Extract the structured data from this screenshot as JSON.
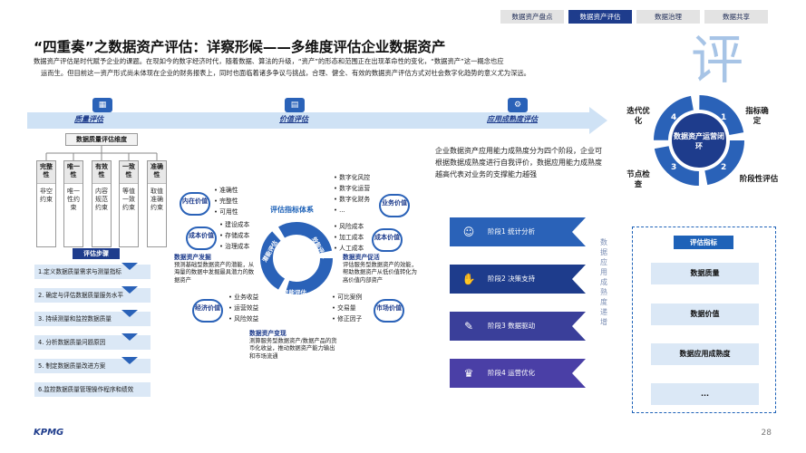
{
  "tabs": [
    {
      "label": "数据资产盘点",
      "active": false
    },
    {
      "label": "数据资产评估",
      "active": true
    },
    {
      "label": "数据治理",
      "active": false
    },
    {
      "label": "数据共享",
      "active": false
    }
  ],
  "title": "“四重奏”之数据资产评估：详察形候——多维度评估企业数据资产",
  "intro": {
    "line1": "数据资产评估是时代赋予企业的课题。在现如今的数字经济时代，随着数据、算法的升级，“资产”的形态和范围正在出现革命性的变化，“数据资产”这一概念也应",
    "line2": "运而生。但目前这一资产形式尚未体现在企业的财务报表上，同时也面临着诸多争议与挑战，合理、健全、有效的数据资产评估方式对社会数字化趋势的意义尤为深远。"
  },
  "big_char": "评",
  "sections": {
    "quality": "质量评估",
    "value": "价值评估",
    "maturity": "应用成熟度评估"
  },
  "quality": {
    "header": "数据质量评估维度",
    "columns": [
      {
        "head": "完整性",
        "body": "非空约束"
      },
      {
        "head": "唯一性",
        "body": "唯一性约束"
      },
      {
        "head": "有效性",
        "body": "内容规范约束"
      },
      {
        "head": "一致性",
        "body": "等值一致约束"
      },
      {
        "head": "准确性",
        "body": "取值准确约束"
      }
    ],
    "steps_label": "评估步骤",
    "steps": [
      "1.定义数据质量需求与测量指标",
      "2. 确定与评估数据质量服务水平",
      "3. 持续测量和监控数据质量",
      "4. 分析数据质量问题原因",
      "5. 制定数据质量改进方案",
      "6.监控数据质量管理操作程序和绩效"
    ]
  },
  "value": {
    "ring_title": "评估指标体系",
    "ring_segments": [
      "潜能评估",
      "效能评估",
      "产能评估"
    ],
    "pills": {
      "intrinsic": "内在价值",
      "cost": "成本价值",
      "economic": "经济价值",
      "business": "业务价值",
      "market_left": "成本价值",
      "market": "市场价值"
    },
    "intrinsic_bullets": [
      "准确性",
      "完整性",
      "可用性"
    ],
    "cost_bullets": [
      "建设成本",
      "存储成本",
      "治理成本"
    ],
    "economic_bullets": [
      "业务收益",
      "运营效益",
      "风险效益"
    ],
    "business_bullets": [
      "数字化风控",
      "数字化运营",
      "数字化财务",
      "..."
    ],
    "cost2_bullets": [
      "风险成本",
      "加工成本",
      "人工成本"
    ],
    "market_bullets": [
      "可比案例",
      "交易量",
      "修正因子"
    ],
    "discover": {
      "title": "数据资产发掘",
      "text": "预测基础型数据资产的潜能，从海量的数据中发掘最具潜力的数据资产"
    },
    "promote": {
      "title": "数据资产促活",
      "text": "评估服务型数据资产的效能，帮助数据资产从低价值转化为高价值内部资产"
    },
    "transform": {
      "title": "数据资产变现",
      "text": "测算服务型数据资产/数据产品的货币化收益，推动数据资产能力输出和市场流通"
    }
  },
  "maturity": {
    "desc": "企业数据资产应用能力成熟度分为四个阶段，企业可根据数据成熟度进行自我评价，数据应用能力成熟度越高代表对业务的支撑能力越强",
    "stages": [
      {
        "label": "阶段1 统计分析",
        "icon": "people-icon"
      },
      {
        "label": "阶段2 决策支持",
        "icon": "handshake-icon"
      },
      {
        "label": "阶段3 数据驱动",
        "icon": "pen-icon"
      },
      {
        "label": "阶段4 运营优化",
        "icon": "trophy-icon"
      }
    ],
    "vertical_text": "数据应用成熟度递增",
    "colors": [
      "#2a62b8",
      "#1e3c8c",
      "#3a3f9a",
      "#4a3fa6"
    ]
  },
  "cycle": {
    "center": "数据资产运营闭环",
    "labels": [
      "指标确定",
      "阶段性评估",
      "节点检查",
      "迭代优化"
    ],
    "numbers": [
      "1",
      "2",
      "3",
      "4"
    ]
  },
  "metrics": {
    "header": "评估指标",
    "items": [
      "数据质量",
      "数据价值",
      "数据应用成熟度",
      "..."
    ]
  },
  "logo": "KPMG",
  "page_number": "28"
}
